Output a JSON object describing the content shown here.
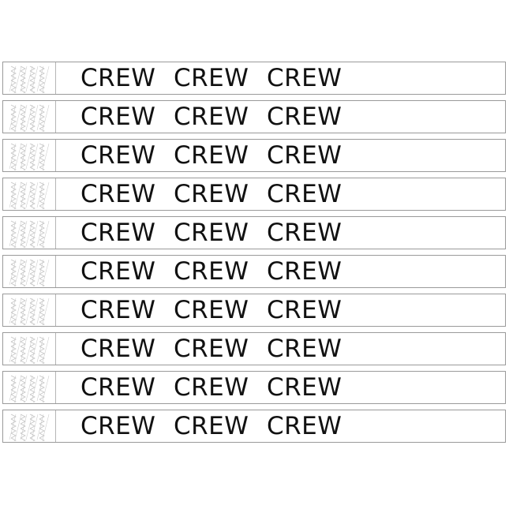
{
  "wristbands": [
    {
      "words": [
        "CREW",
        "CREW",
        "CREW"
      ]
    },
    {
      "words": [
        "CREW",
        "CREW",
        "CREW"
      ]
    },
    {
      "words": [
        "CREW",
        "CREW",
        "CREW"
      ]
    },
    {
      "words": [
        "CREW",
        "CREW",
        "CREW"
      ]
    },
    {
      "words": [
        "CREW",
        "CREW",
        "CREW"
      ]
    },
    {
      "words": [
        "CREW",
        "CREW",
        "CREW"
      ]
    },
    {
      "words": [
        "CREW",
        "CREW",
        "CREW"
      ]
    },
    {
      "words": [
        "CREW",
        "CREW",
        "CREW"
      ]
    },
    {
      "words": [
        "CREW",
        "CREW",
        "CREW"
      ]
    },
    {
      "words": [
        "CREW",
        "CREW",
        "CREW"
      ]
    }
  ],
  "colors": {
    "band_background": "#ffffff",
    "band_border": "#9a9a9a",
    "text": "#111111",
    "tab_pattern": "#c4c4c4"
  },
  "icons": {
    "tab": "security-tab-chevron-icon"
  }
}
